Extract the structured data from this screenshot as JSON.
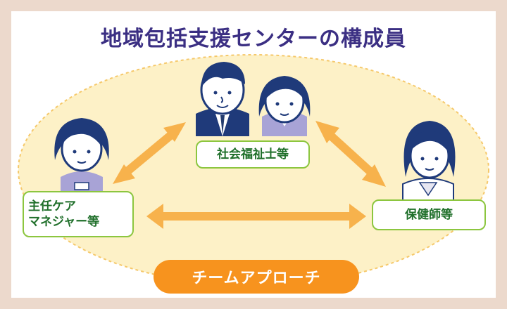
{
  "title": "地域包括支援センターの構成員",
  "roles": {
    "social_worker": "社会福祉士等",
    "care_manager_line1": "主任ケア",
    "care_manager_line2": "マネジャー等",
    "nurse": "保健師等"
  },
  "approach": "チームアプローチ",
  "colors": {
    "frame": "#ecd9cc",
    "ellipse": "#fdf1c7",
    "ellipse_border": "#f5c86a",
    "arrow": "#f7b24c",
    "box_border": "#8cc63f",
    "box_text": "#1f6f2a",
    "pill": "#f7931e",
    "title": "#3b2f83",
    "hair": "#1f3a7a",
    "suit": "#1f3a7a"
  }
}
